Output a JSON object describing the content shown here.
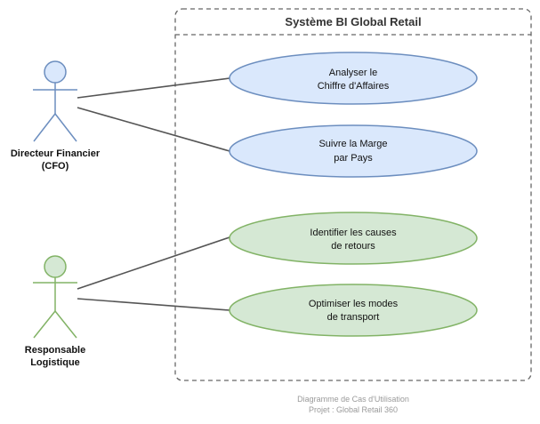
{
  "system": {
    "title": "Système BI Global Retail"
  },
  "actors": [
    {
      "name_line1": "Directeur Financier",
      "name_line2": "(CFO)",
      "color": "#6c8ebf",
      "fill": "#dae8fc"
    },
    {
      "name_line1": "Responsable",
      "name_line2": "Logistique",
      "color": "#82b366",
      "fill": "#d5e8d4"
    }
  ],
  "use_cases": [
    {
      "line1": "Analyser le",
      "line2": "Chiffre d'Affaires",
      "actor": 0,
      "color": "#6c8ebf",
      "fill": "#dae8fc"
    },
    {
      "line1": "Suivre la Marge",
      "line2": "par Pays",
      "actor": 0,
      "color": "#6c8ebf",
      "fill": "#dae8fc"
    },
    {
      "line1": "Identifier les causes",
      "line2": "de retours",
      "actor": 1,
      "color": "#82b366",
      "fill": "#d5e8d4"
    },
    {
      "line1": "Optimiser les modes",
      "line2": "de transport",
      "actor": 1,
      "color": "#82b366",
      "fill": "#d5e8d4"
    }
  ],
  "footer": {
    "line1": "Diagramme de Cas d'Utilisation",
    "line2": "Projet : Global Retail 360"
  }
}
